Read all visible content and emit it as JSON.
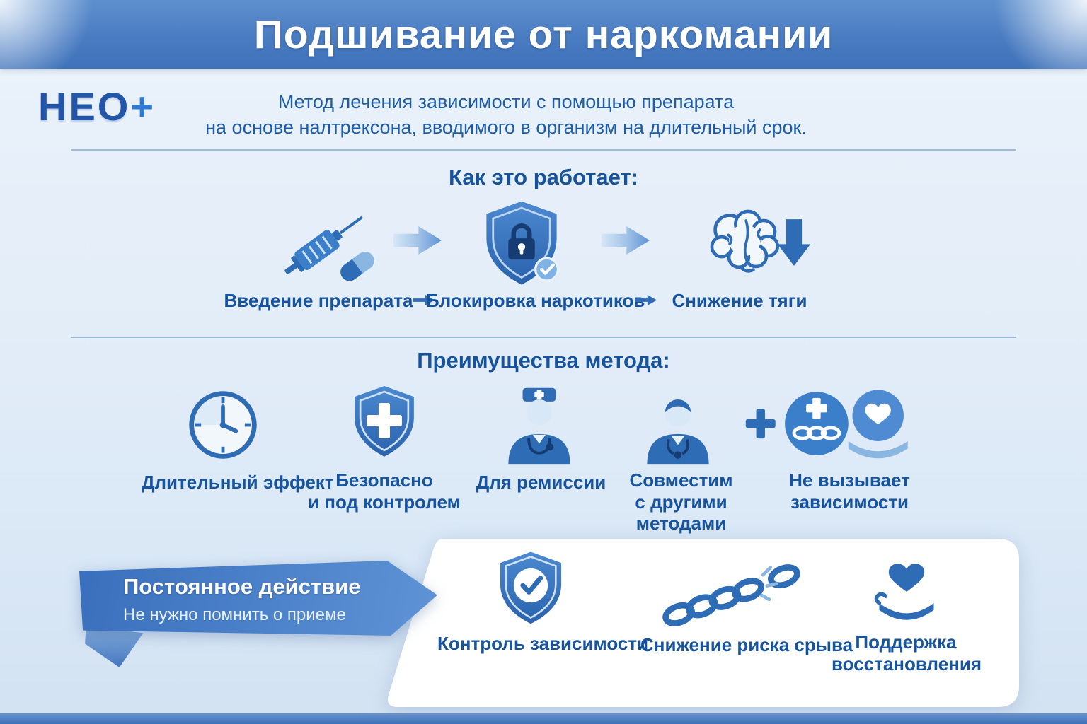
{
  "colors": {
    "accent": "#2e6cb5",
    "header_bg": "#4a7cc2",
    "text": "#17549f",
    "panel_bg": "#ffffff",
    "background": "#e3edf8"
  },
  "header": {
    "title": "Подшивание от наркомании"
  },
  "intro": {
    "logo_text": "НЕО",
    "logo_plus": "+",
    "description_line1": "Метод лечения зависимости с помощью препарата",
    "description_line2": "на основе налтрексона, вводимого в организм на длительный срок."
  },
  "how_it_works": {
    "title": "Как это работает:",
    "steps": [
      {
        "icon": "syringe-pill-icon",
        "label": "Введение препарата"
      },
      {
        "icon": "shield-lock-icon",
        "label": "Блокировка наркотиков"
      },
      {
        "icon": "brain-craving-down-icon",
        "label": "Снижение тяги"
      }
    ]
  },
  "advantages": {
    "title": "Преимущества метода:",
    "items": [
      {
        "icon": "clock-icon",
        "lines": [
          "Длительный эффект"
        ]
      },
      {
        "icon": "shield-cross-icon",
        "lines": [
          "Безопасно",
          "и под контролем"
        ]
      },
      {
        "icon": "doctor-cap-icon",
        "lines": [
          "Для ремиссии"
        ]
      },
      {
        "icon": "doctor-stethoscope-icon",
        "lines": [
          "Совместим",
          "с другими",
          "методами"
        ]
      },
      {
        "icon": "no-dependency-icon",
        "lines": [
          "Не вызывает",
          "зависимости"
        ]
      }
    ]
  },
  "bottom": {
    "ribbon": {
      "title": "Постоянное действие",
      "subtitle": "Не нужно помнить о приеме"
    },
    "items": [
      {
        "icon": "shield-check-icon",
        "lines": [
          "Контроль зависимости"
        ]
      },
      {
        "icon": "broken-chain-icon",
        "lines": [
          "Снижение риска срыва"
        ]
      },
      {
        "icon": "hand-heart-icon",
        "lines": [
          "Поддержка",
          "восстановления"
        ]
      }
    ]
  }
}
